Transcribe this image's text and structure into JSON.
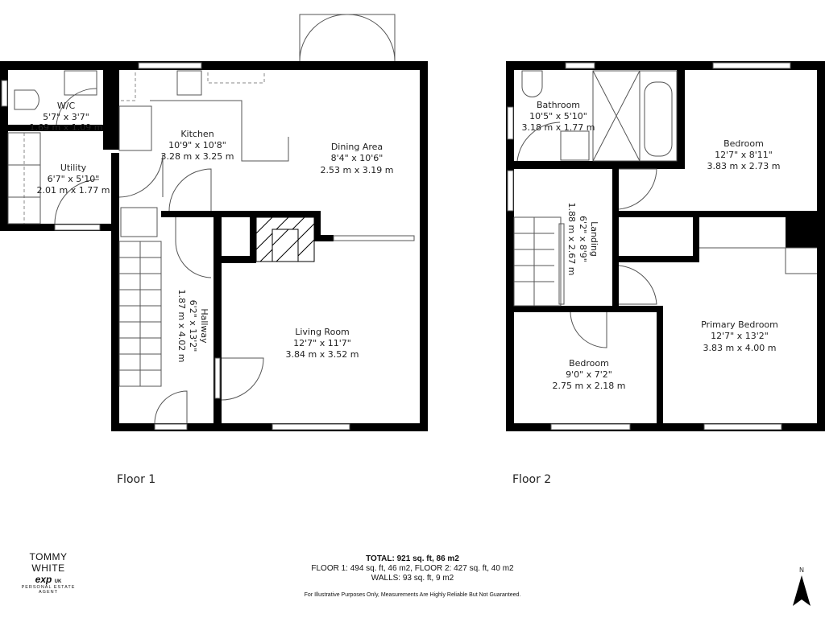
{
  "floors": [
    {
      "label": "Floor 1",
      "rooms": [
        {
          "name": "W/C",
          "imperial": "5'7\" x 3'7\"",
          "metric": "1.69 m x 1.09 m"
        },
        {
          "name": "Utility",
          "imperial": "6'7\" x 5'10\"",
          "metric": "2.01 m x 1.77 m"
        },
        {
          "name": "Kitchen",
          "imperial": "10'9\" x 10'8\"",
          "metric": "3.28 m x 3.25 m"
        },
        {
          "name": "Dining Area",
          "imperial": "8'4\" x 10'6\"",
          "metric": "2.53 m x 3.19 m"
        },
        {
          "name": "Hallway",
          "imperial": "6'2\" x 13'2\"",
          "metric": "1.87 m x 4.02 m"
        },
        {
          "name": "Living Room",
          "imperial": "12'7\" x 11'7\"",
          "metric": "3.84 m x 3.52 m"
        }
      ]
    },
    {
      "label": "Floor 2",
      "rooms": [
        {
          "name": "Bathroom",
          "imperial": "10'5\" x 5'10\"",
          "metric": "3.18 m x 1.77 m"
        },
        {
          "name": "Bedroom",
          "imperial": "12'7\" x 8'11\"",
          "metric": "3.83 m x 2.73 m"
        },
        {
          "name": "Landing",
          "imperial": "6'2\" x 8'9\"",
          "metric": "1.88 m x 2.67 m"
        },
        {
          "name": "Primary Bedroom",
          "imperial": "12'7\" x 13'2\"",
          "metric": "3.83 m x 4.00 m"
        },
        {
          "name": "Bedroom",
          "imperial": "9'0\" x 7'2\"",
          "metric": "2.75 m x 2.18 m"
        }
      ]
    }
  ],
  "summary": {
    "total": "TOTAL: 921 sq. ft, 86 m2",
    "floors": "FLOOR 1: 494 sq. ft, 46 m2, FLOOR 2: 427 sq. ft, 40 m2",
    "walls": "WALLS: 93 sq. ft, 9 m2",
    "disclaimer": "For Illustrative Purposes Only, Measurements Are Highly Reliable But Not Guaranteed."
  },
  "brand": {
    "name": "TOMMY WHITE",
    "logo": "exp",
    "logo_suffix": "UK",
    "tagline": "PERSONAL ESTATE AGENT"
  },
  "compass": {
    "label": "N",
    "icon": "north-arrow-icon"
  }
}
